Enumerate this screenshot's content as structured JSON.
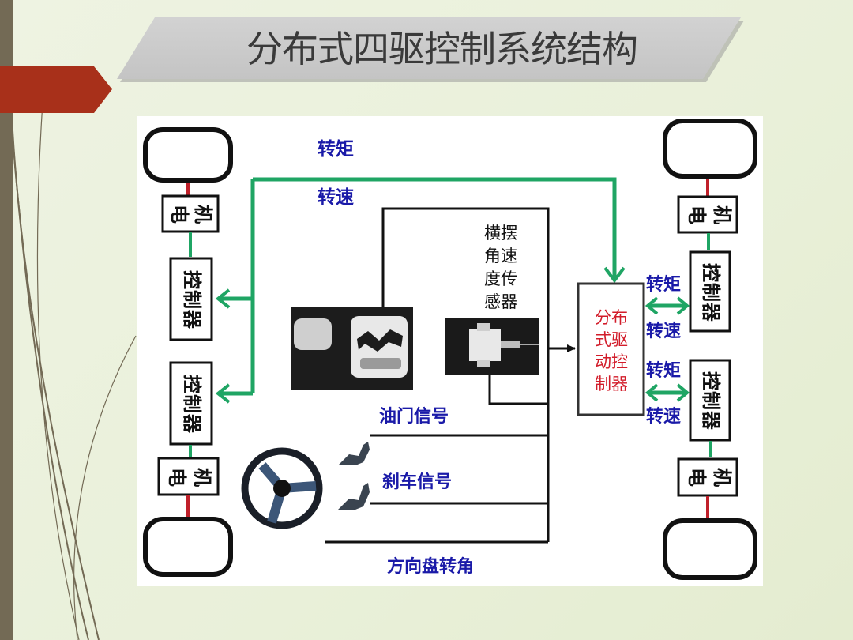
{
  "slide": {
    "title": "分布式四驱控制系统结构",
    "colors": {
      "background": "#eaf0dc",
      "left_bar": "#736a55",
      "red_tab": "#a8301a",
      "title_banner": "#c8c8c8",
      "signal_blue": "#1a1aa8",
      "controller_red": "#d21c2a",
      "green_line": "#1fa564",
      "axle_red": "#c0202a"
    }
  },
  "diagram": {
    "top_labels": {
      "torque": "转矩",
      "speed": "转速"
    },
    "left_wheels": {
      "front": {
        "motor": [
          "电",
          "机"
        ],
        "controller": [
          "控",
          "制",
          "器"
        ]
      },
      "rear": {
        "motor": [
          "电",
          "机"
        ],
        "controller": [
          "控",
          "制",
          "器"
        ]
      }
    },
    "right_wheels": {
      "front": {
        "motor": [
          "电",
          "机"
        ],
        "controller": [
          "控",
          "制",
          "器"
        ],
        "torque_label": "转矩",
        "speed_label": "转速"
      },
      "rear": {
        "motor": [
          "电",
          "机"
        ],
        "controller": [
          "控",
          "制",
          "器"
        ],
        "torque_label": "转矩",
        "speed_label": "转速"
      }
    },
    "yaw_sensor_label": [
      "横摆",
      "角速",
      "度传",
      "感器"
    ],
    "central_controller": [
      "分布",
      "式驱",
      "动控",
      "制器"
    ],
    "signals": {
      "throttle": "油门信号",
      "brake": "刹车信号",
      "steering": "方向盘转角"
    },
    "images": {
      "gear_shifter": "gear-shifter-photo",
      "yaw_sensor": "yaw-rate-sensor-photo",
      "pedals": "pedals-photo",
      "steering_wheel": "steering-wheel-photo"
    }
  }
}
